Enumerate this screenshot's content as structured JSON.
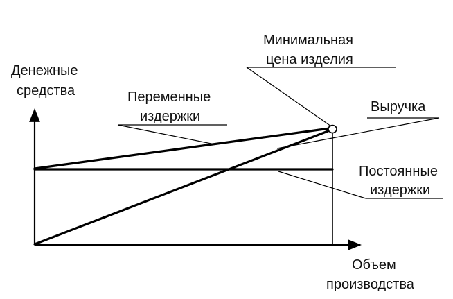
{
  "labels": {
    "y_axis_line1": "Денежные",
    "y_axis_line2": "средства",
    "x_axis_line1": "Объем",
    "x_axis_line2": "производства",
    "variable_costs_line1": "Переменные",
    "variable_costs_line2": "издержки",
    "min_price_line1": "Минимальная",
    "min_price_line2": "цена изделия",
    "revenue": "Выручка",
    "fixed_costs_line1": "Постоянные",
    "fixed_costs_line2": "издержки"
  }
}
